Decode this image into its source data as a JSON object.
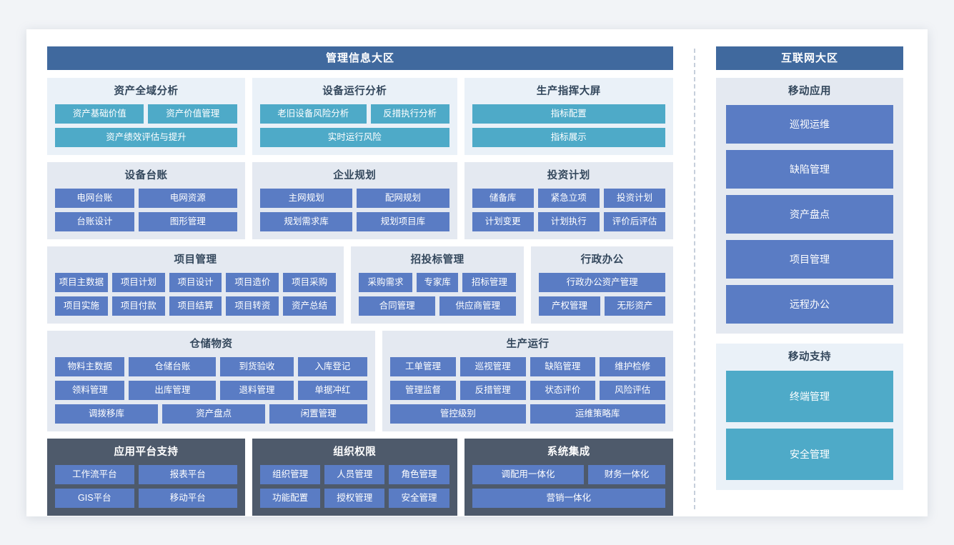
{
  "colors": {
    "region_header_bg": "#40699e",
    "teal_tile": "#4eaac8",
    "blue_tile": "#5a7cc4",
    "slate_card": "#4e5a6b",
    "teal_card_bg": "#eaf1f8",
    "blue_card_bg": "#e4e9f1",
    "page_bg": "#f2f4f7",
    "divider": "#c6cfdb"
  },
  "left_region": {
    "header": "管理信息大区",
    "rows": [
      {
        "cards": [
          {
            "title": "资产全域分析",
            "theme": "teal",
            "tile_rows": [
              [
                "资产基础价值",
                "资产价值管理"
              ],
              [
                "资产绩效评估与提升"
              ]
            ]
          },
          {
            "title": "设备运行分析",
            "theme": "teal",
            "tile_rows": [
              [
                "老旧设备风险分析",
                "反措执行分析"
              ],
              [
                "实时运行风险"
              ]
            ]
          },
          {
            "title": "生产指挥大屏",
            "theme": "teal",
            "tile_rows": [
              [
                "指标配置"
              ],
              [
                "指标展示"
              ]
            ]
          }
        ]
      },
      {
        "cards": [
          {
            "title": "设备台账",
            "theme": "blue",
            "tile_rows": [
              [
                "电网台账",
                "电网资源"
              ],
              [
                "台账设计",
                "图形管理"
              ]
            ]
          },
          {
            "title": "企业规划",
            "theme": "blue",
            "tile_rows": [
              [
                "主网规划",
                "配网规划"
              ],
              [
                "规划需求库",
                "规划项目库"
              ]
            ]
          },
          {
            "title": "投资计划",
            "theme": "blue",
            "tile_rows": [
              [
                "储备库",
                "紧急立项",
                "投资计划"
              ],
              [
                "计划变更",
                "计划执行",
                "评价后评估"
              ]
            ]
          }
        ]
      },
      {
        "cards": [
          {
            "title": "项目管理",
            "theme": "blue",
            "tile_rows": [
              [
                "项目主数据",
                "项目计划",
                "项目设计",
                "项目造价",
                "项目采购"
              ],
              [
                "项目实施",
                "项目付款",
                "项目结算",
                "项目转资",
                "资产总结"
              ]
            ]
          },
          {
            "title": "招投标管理",
            "theme": "blue",
            "tile_rows": [
              [
                "采购需求",
                "专家库",
                "招标管理"
              ],
              [
                "合同管理",
                "供应商管理"
              ]
            ]
          },
          {
            "title": "行政办公",
            "theme": "blue",
            "tile_rows": [
              [
                "行政办公资产管理"
              ],
              [
                "产权管理",
                "无形资产"
              ]
            ]
          }
        ]
      },
      {
        "cards": [
          {
            "title": "仓储物资",
            "theme": "blue",
            "tile_rows": [
              [
                "物料主数据",
                "仓储台账",
                "到货验收",
                "入库登记"
              ],
              [
                "领料管理",
                "出库管理",
                "退料管理",
                "单据冲红"
              ],
              [
                "调拨移库",
                "资产盘点",
                "闲置管理"
              ]
            ]
          },
          {
            "title": "生产运行",
            "theme": "blue",
            "tile_rows": [
              [
                "工单管理",
                "巡视管理",
                "缺陷管理",
                "维护检修"
              ],
              [
                "管理监督",
                "反措管理",
                "状态评价",
                "风险评估"
              ],
              [
                "管控级别",
                "运维策略库"
              ]
            ]
          }
        ]
      },
      {
        "cards": [
          {
            "title": "应用平台支持",
            "theme": "slate",
            "tile_rows": [
              [
                "工作流平台",
                "报表平台"
              ],
              [
                "GIS平台",
                "移动平台"
              ]
            ]
          },
          {
            "title": "组织权限",
            "theme": "slate",
            "tile_rows": [
              [
                "组织管理",
                "人员管理",
                "角色管理"
              ],
              [
                "功能配置",
                "授权管理",
                "安全管理"
              ]
            ]
          },
          {
            "title": "系统集成",
            "theme": "slate",
            "tile_rows": [
              [
                "调配用一体化",
                "财务一体化"
              ],
              [
                "营销一体化"
              ]
            ]
          }
        ]
      }
    ]
  },
  "right_region": {
    "header": "互联网大区",
    "cards": [
      {
        "title": "移动应用",
        "theme": "blue",
        "tiles": [
          "巡视运维",
          "缺陷管理",
          "资产盘点",
          "项目管理",
          "远程办公"
        ]
      },
      {
        "title": "移动支持",
        "theme": "teal",
        "tiles": [
          "终端管理",
          "安全管理"
        ]
      }
    ]
  }
}
